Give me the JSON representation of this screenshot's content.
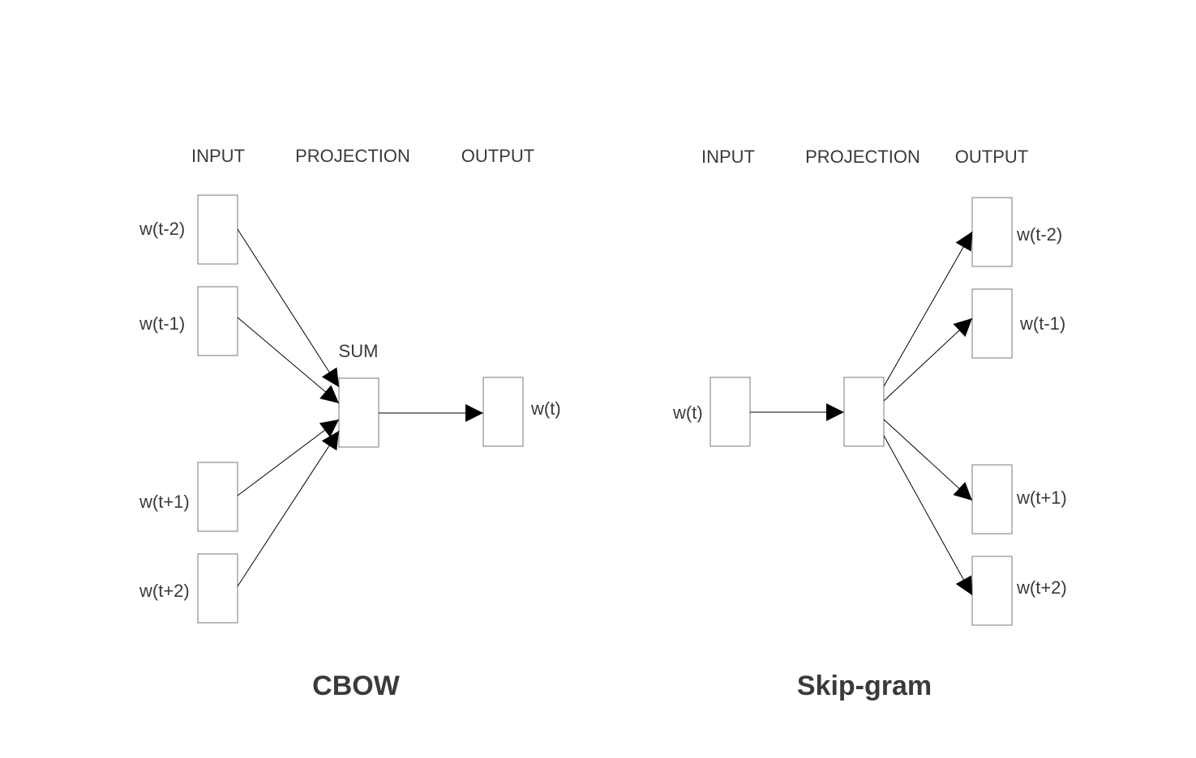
{
  "cbow": {
    "title": "CBOW",
    "headers": {
      "input": "INPUT",
      "projection": "PROJECTION",
      "output": "OUTPUT"
    },
    "sum_label": "SUM",
    "inputs": [
      "w(t-2)",
      "w(t-1)",
      "w(t+1)",
      "w(t+2)"
    ],
    "output": "w(t)"
  },
  "skipgram": {
    "title": "Skip-gram",
    "headers": {
      "input": "INPUT",
      "projection": "PROJECTION",
      "output": "OUTPUT"
    },
    "input": "w(t)",
    "outputs": [
      "w(t-2)",
      "w(t-1)",
      "w(t+1)",
      "w(t+2)"
    ]
  }
}
